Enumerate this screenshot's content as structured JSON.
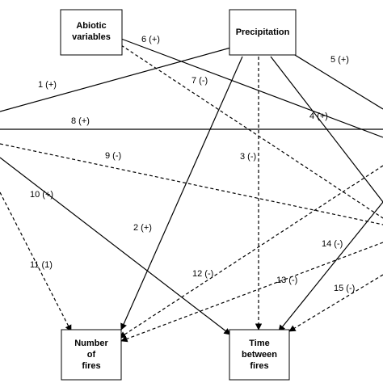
{
  "nodes": {
    "abiotic": {
      "lines": [
        "Abiotic",
        "variables"
      ]
    },
    "precipitation": {
      "lines": [
        "Precipitation"
      ]
    },
    "number_of_fires": {
      "lines": [
        "Number",
        "of",
        "fires"
      ]
    },
    "time_between_fires": {
      "lines": [
        "Time",
        "between",
        "fires"
      ]
    }
  },
  "edges": [
    {
      "label": "1 (+)",
      "style": "solid"
    },
    {
      "label": "2 (+)",
      "style": "solid"
    },
    {
      "label": "3 (-)",
      "style": "dashed"
    },
    {
      "label": "4 (+)",
      "style": "solid"
    },
    {
      "label": "5 (+)",
      "style": "solid"
    },
    {
      "label": "6 (+)",
      "style": "solid"
    },
    {
      "label": "7 (-)",
      "style": "dashed"
    },
    {
      "label": "8 (+)",
      "style": "solid"
    },
    {
      "label": "9 (-)",
      "style": "dashed"
    },
    {
      "label": "10 (+)",
      "style": "solid"
    },
    {
      "label": "11 (1)",
      "style": "dashed"
    },
    {
      "label": "12 (-)",
      "style": "dashed"
    },
    {
      "label": "13 (-)",
      "style": "dashed"
    },
    {
      "label": "14 (-)",
      "style": "solid"
    },
    {
      "label": "15 (-)",
      "style": "dashed"
    }
  ]
}
